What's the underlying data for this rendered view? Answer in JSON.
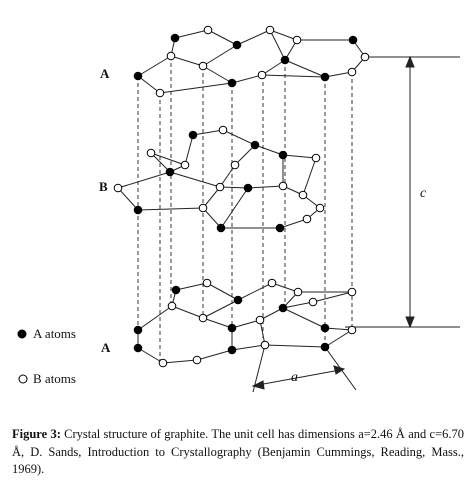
{
  "labels": {
    "layer_a_top": "A",
    "layer_b": "B",
    "layer_a_bottom": "A",
    "dim_c": "c",
    "dim_a": "a",
    "legend_a": "A atoms",
    "legend_b": "B atoms"
  },
  "caption": {
    "label": "Figure 3:",
    "text": "Crystal structure of graphite. The unit cell has dimensions a=2.46 Å and c=6.70 Å, D. Sands, Introduction to Crystallography (Benjamin Cummings, Reading, Mass., 1969)."
  },
  "colors": {
    "atom_a": "#000000",
    "atom_b": "#ffffff",
    "line": "#222222"
  }
}
